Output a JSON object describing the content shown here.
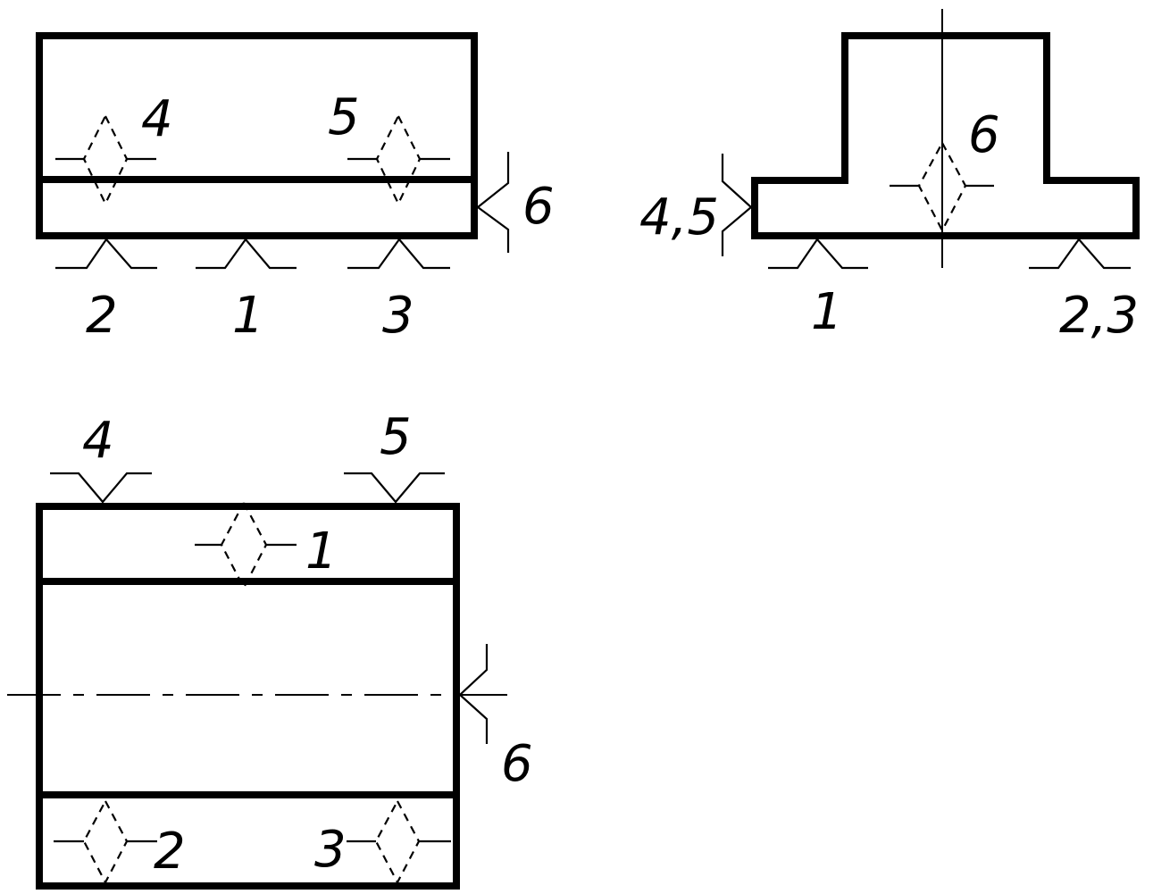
{
  "views": {
    "front": {
      "labels": {
        "l1": "1",
        "l2": "2",
        "l3": "3",
        "l4": "4",
        "l5": "5",
        "l6": "6"
      }
    },
    "side": {
      "labels": {
        "l1": "1",
        "l23": "2,3",
        "l45": "4,5",
        "l6": "6"
      }
    },
    "top": {
      "labels": {
        "l1": "1",
        "l2": "2",
        "l3": "3",
        "l4": "4",
        "l5": "5",
        "l6": "6"
      }
    }
  }
}
